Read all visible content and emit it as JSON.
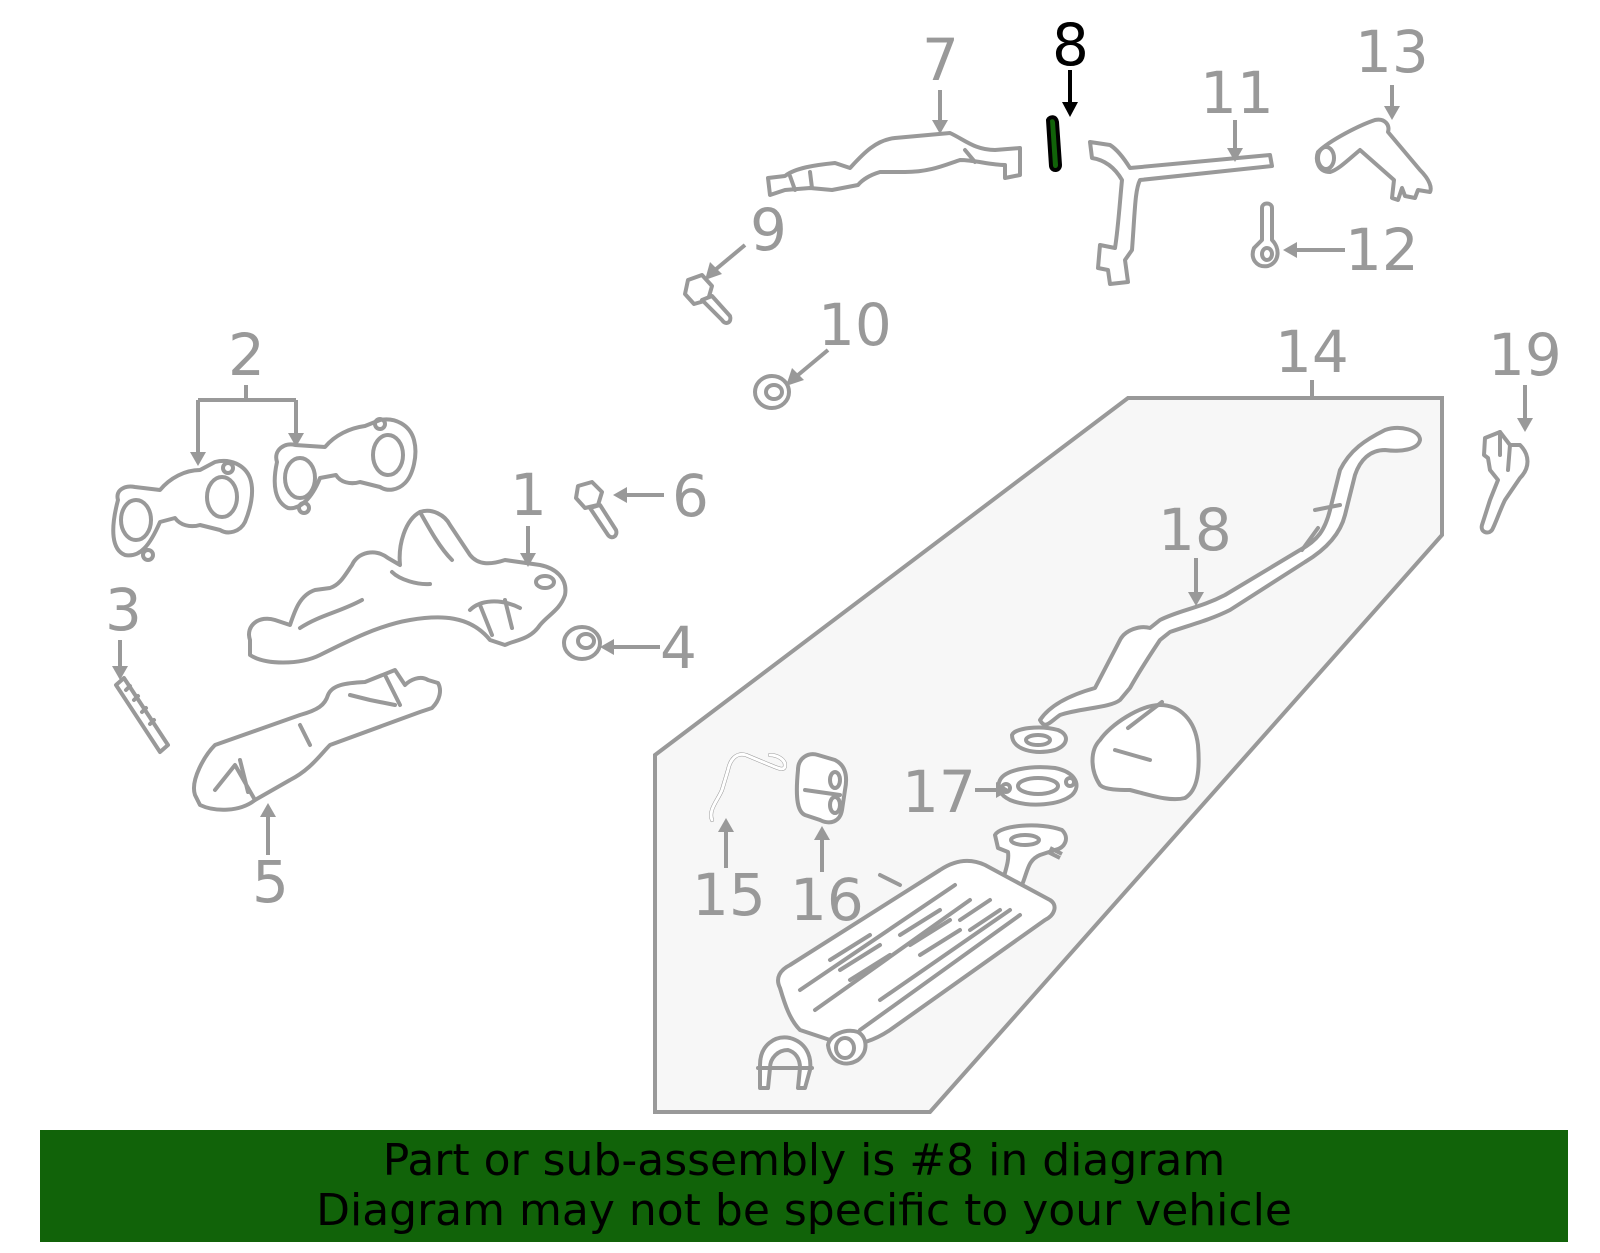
{
  "diagram": {
    "highlight_color": "#116309",
    "highlighted_part": "8",
    "callouts": [
      {
        "id": "1",
        "label": "1"
      },
      {
        "id": "2",
        "label": "2"
      },
      {
        "id": "3",
        "label": "3"
      },
      {
        "id": "4",
        "label": "4"
      },
      {
        "id": "5",
        "label": "5"
      },
      {
        "id": "6",
        "label": "6"
      },
      {
        "id": "7",
        "label": "7"
      },
      {
        "id": "8",
        "label": "8"
      },
      {
        "id": "9",
        "label": "9"
      },
      {
        "id": "10",
        "label": "10"
      },
      {
        "id": "11",
        "label": "11"
      },
      {
        "id": "12",
        "label": "12"
      },
      {
        "id": "13",
        "label": "13"
      },
      {
        "id": "14",
        "label": "14"
      },
      {
        "id": "15",
        "label": "15"
      },
      {
        "id": "16",
        "label": "16"
      },
      {
        "id": "17",
        "label": "17"
      },
      {
        "id": "18",
        "label": "18"
      },
      {
        "id": "19",
        "label": "19"
      }
    ]
  },
  "banner": {
    "background": "#116309",
    "line1": "Part or sub-assembly is #8 in diagram",
    "line2": "Diagram may not be specific to your vehicle"
  }
}
